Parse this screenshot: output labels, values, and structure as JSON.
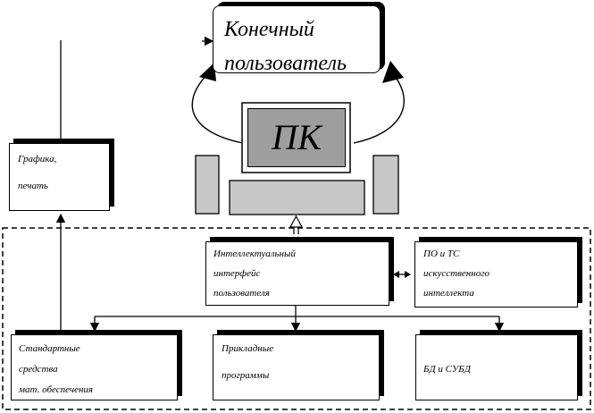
{
  "end_user": {
    "line1": "Конечный",
    "line2": "пользователь"
  },
  "pc": {
    "label": "ПК"
  },
  "graphics_box": {
    "line1": "Графика,",
    "line2": "печать"
  },
  "interface_box": {
    "line1": "Интеллектуальный",
    "line2": "интерфейс",
    "line3": "пользователя"
  },
  "ai_box": {
    "line1": "ПО и ТС",
    "line2": "искусственного",
    "line3": "интеллекта"
  },
  "standard_box": {
    "line1": "Стандартные",
    "line2": "средства",
    "line3": "мат. обеспечения"
  },
  "applied_box": {
    "line1": "Прикладные",
    "line2": "программы"
  },
  "db_box": {
    "line1": "БД и СУБД"
  }
}
